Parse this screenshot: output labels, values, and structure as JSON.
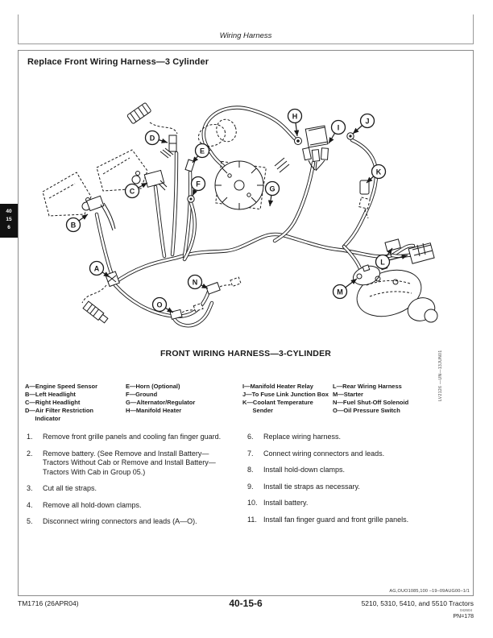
{
  "header": {
    "running_title": "Wiring Harness"
  },
  "side_tab": {
    "lines": [
      "40",
      "15",
      "6"
    ]
  },
  "section": {
    "title": "Replace Front Wiring Harness—3 Cylinder"
  },
  "figure": {
    "caption": "FRONT WIRING HARNESS—3-CYLINDER",
    "image_id": "LV2126  —UN—13JUN01",
    "callouts": [
      "A",
      "B",
      "C",
      "D",
      "E",
      "F",
      "G",
      "H",
      "I",
      "J",
      "K",
      "L",
      "M",
      "N",
      "O"
    ]
  },
  "legend": {
    "columns": [
      {
        "items": [
          "A—Engine Speed Sensor",
          "B—Left Headlight",
          "C—Right Headlight",
          "D—Air Filter Restriction\n      Indicator"
        ]
      },
      {
        "items": [
          "E—Horn (Optional)",
          "F—Ground",
          "G—Alternator/Regulator",
          "H—Manifold Heater"
        ]
      },
      {
        "items": [
          "I—Manifold Heater Relay",
          "J—To Fuse Link Junction Box",
          "K—Coolant Temperature\n      Sender"
        ]
      },
      {
        "items": [
          "L—Rear Wiring Harness",
          "M—Starter",
          "N—Fuel Shut-Off Solenoid",
          "O—Oil Pressure Switch"
        ]
      }
    ]
  },
  "steps": {
    "left": [
      {
        "num": "1.",
        "text": "Remove front grille panels and cooling fan finger guard."
      },
      {
        "num": "2.",
        "text": "Remove battery. (See Remove and Install Battery—Tractors Without Cab or Remove and Install Battery—Tractors With Cab in Group 05.)"
      },
      {
        "num": "3.",
        "text": "Cut all tie straps."
      },
      {
        "num": "4.",
        "text": "Remove all hold-down clamps."
      },
      {
        "num": "5.",
        "text": "Disconnect wiring connectors and leads (A—O)."
      }
    ],
    "right": [
      {
        "num": "6.",
        "text": "Replace wiring harness."
      },
      {
        "num": "7.",
        "text": "Connect wiring connectors and leads."
      },
      {
        "num": "8.",
        "text": "Install hold-down clamps."
      },
      {
        "num": "9.",
        "text": "Install tie straps as necessary."
      },
      {
        "num": "10.",
        "text": "Install battery."
      },
      {
        "num": "11.",
        "text": "Install fan finger guard and front grille panels."
      }
    ]
  },
  "doc_code": "AG,OUO1085,100  –19–09AUG00–1/1",
  "footer": {
    "manual_id": "TM1716 (26APR04)",
    "page_number": "40-15-6",
    "models": "5210, 5310, 5410, and 5510 Tractors",
    "print_stamp": "042604",
    "pn": "PN=178"
  }
}
